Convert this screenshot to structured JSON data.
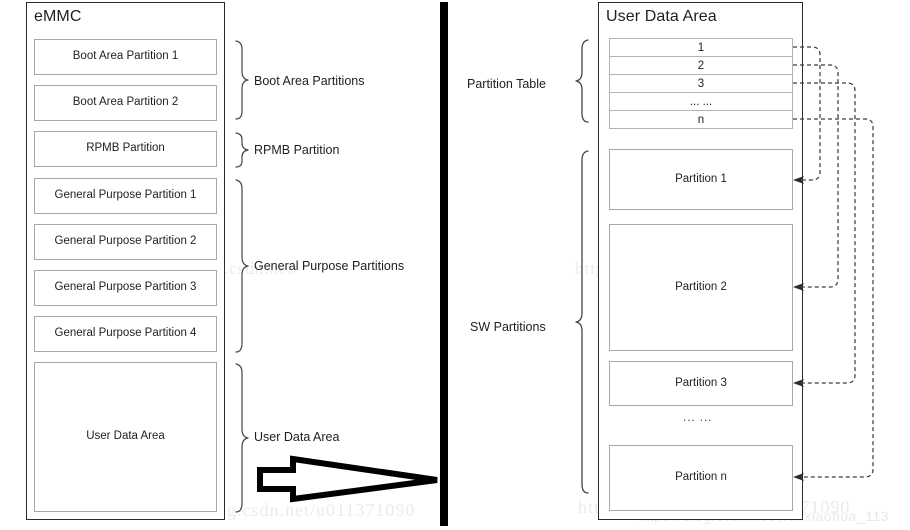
{
  "left_panel": {
    "title": "eMMC",
    "partitions": [
      {
        "label": "Boot Area Partition 1"
      },
      {
        "label": "Boot Area Partition 2"
      },
      {
        "label": "RPMB Partition"
      },
      {
        "label": "General Purpose Partition 1"
      },
      {
        "label": "General Purpose Partition 2"
      },
      {
        "label": "General Purpose Partition 3"
      },
      {
        "label": "General Purpose Partition 4"
      },
      {
        "label": "User Data Area"
      }
    ],
    "groups": [
      {
        "label": "Boot Area Partitions"
      },
      {
        "label": "RPMB Partition"
      },
      {
        "label": "General Purpose Partitions"
      },
      {
        "label": "User Data Area"
      }
    ]
  },
  "right_panel": {
    "title": "User Data Area",
    "partition_table_rows": [
      {
        "label": "1"
      },
      {
        "label": "2"
      },
      {
        "label": "3"
      },
      {
        "label": "... ..."
      },
      {
        "label": "n"
      }
    ],
    "sw_partitions": [
      {
        "label": "Partition 1"
      },
      {
        "label": "Partition 2"
      },
      {
        "label": "Partition 3"
      },
      {
        "label": "Partition n"
      }
    ],
    "sw_ellipsis": "... ...",
    "groups": [
      {
        "label": "Partition Table"
      },
      {
        "label": "SW Partitions"
      }
    ]
  },
  "watermarks": [
    {
      "text": "http://blog.csdn.net/"
    },
    {
      "text": "https://blog.csdn.net/u011371090"
    },
    {
      "text": "https://blog.csdn.net/u011371090"
    },
    {
      "text": "https://blog.csdn.net/wenxiaohua_113"
    }
  ],
  "colors": {
    "box_border": "#a8a8a8",
    "panel_border": "#2b2b2b",
    "divider": "#000000",
    "text": "#1f1f1f",
    "connector": "#444444",
    "watermark": "#efeae6"
  }
}
